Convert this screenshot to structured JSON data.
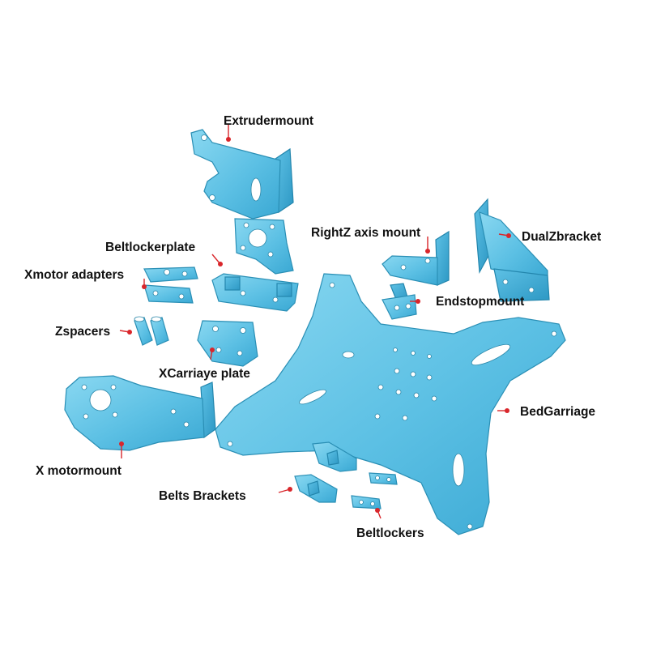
{
  "labels": {
    "extrudermount": "Extrudermount",
    "beltlockerplate": "Beltlockerplate",
    "xmotor_adapters": "Xmotor adapters",
    "rightz_axis_mount": "RightZ axis mount",
    "dualzbracket": "DualZbracket",
    "endstopmount": "Endstopmount",
    "zspacers": "Zspacers",
    "xcarriage_plate": "XCarriaye plate",
    "bedgarriage": "BedGarriage",
    "x_motormount": "X motormount",
    "belts_brackets": "Belts Brackets",
    "beltlockers": "Beltlockers"
  },
  "colors": {
    "metal_light": "#7fd2ee",
    "metal_mid": "#4fb9e0",
    "metal_dark": "#2f9fcb",
    "pointer_red": "#d9262b",
    "label_text": "#111111",
    "background": "#ffffff"
  }
}
